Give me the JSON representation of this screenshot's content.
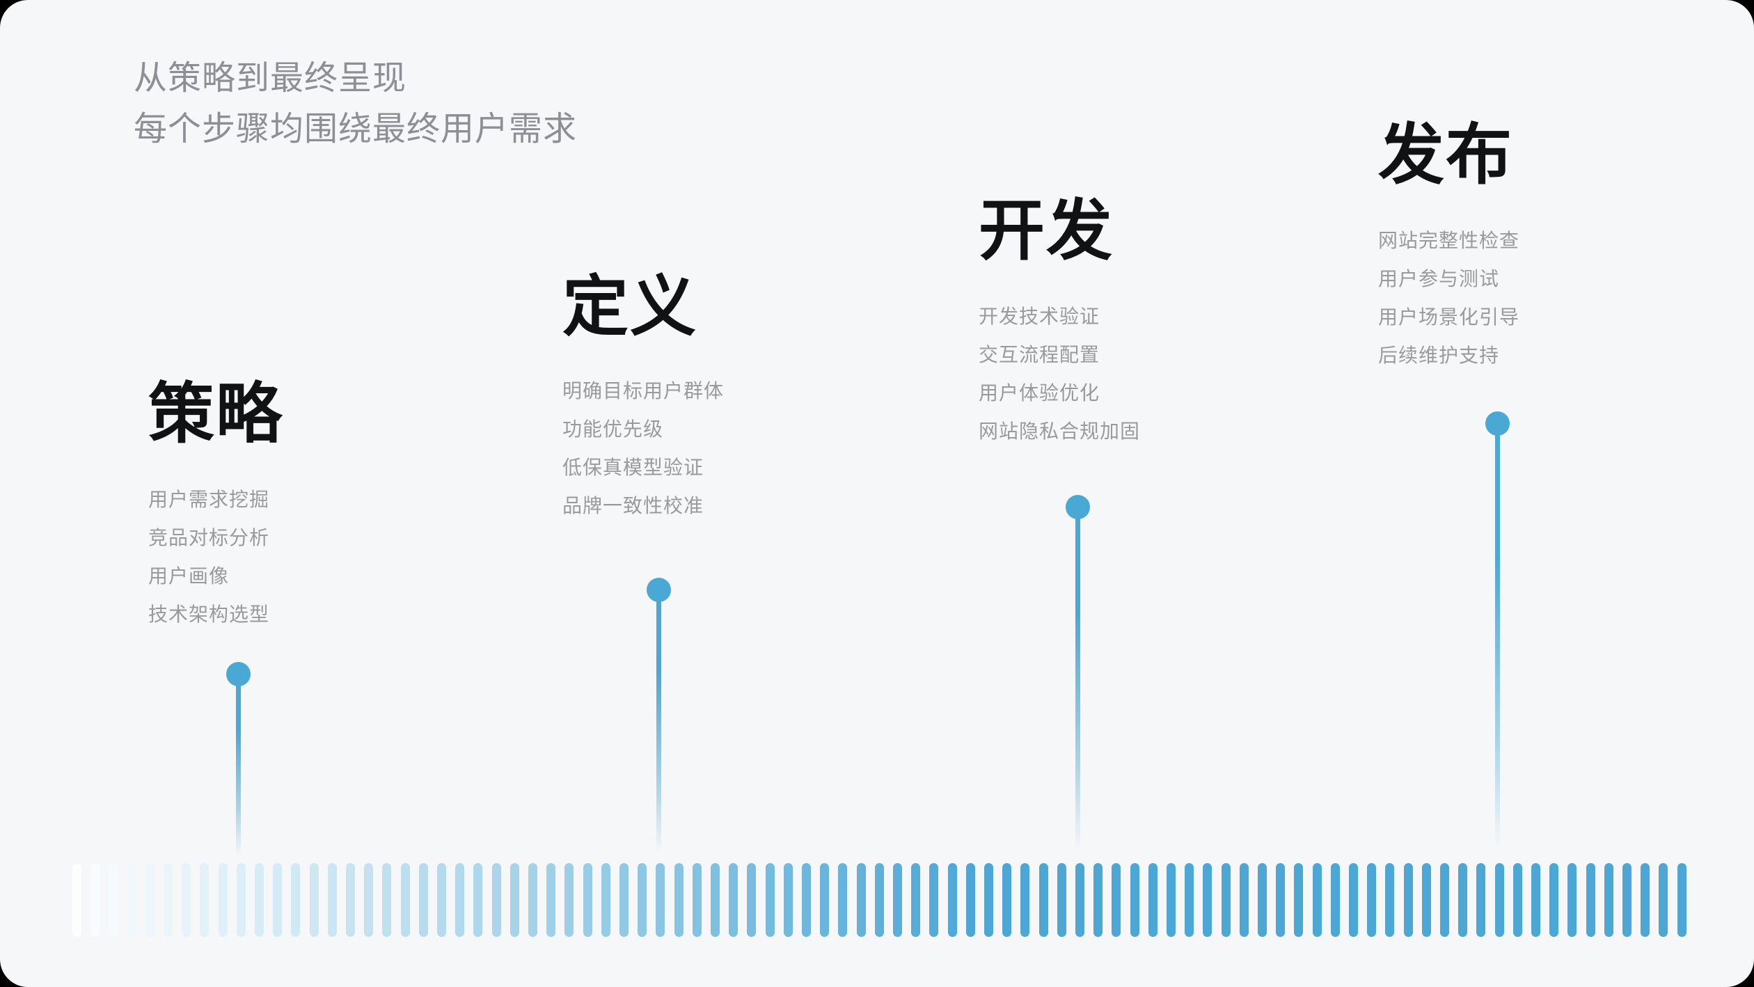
{
  "canvas": {
    "background": "#F6F7F8",
    "corner_backdrop": "#000000"
  },
  "subtitle": {
    "line1": "从策略到最终呈现",
    "line2": "每个步骤均围绕最终用户需求",
    "color": "#8C9096"
  },
  "accent_color": "#4AA8D5",
  "text_colors": {
    "heading": "#101214",
    "item": "#9A9A9A"
  },
  "stages": [
    {
      "title": "策略",
      "items": [
        "用户需求挖掘",
        "竞品对标分析",
        "用户画像",
        "技术架构选型"
      ]
    },
    {
      "title": "定义",
      "items": [
        "明确目标用户群体",
        "功能优先级",
        "低保真模型验证",
        "品牌一致性校准"
      ]
    },
    {
      "title": "开发",
      "items": [
        "开发技术验证",
        "交互流程配置",
        "用户体验优化",
        "网站隐私合规加固"
      ]
    },
    {
      "title": "发布",
      "items": [
        "网站完整性检查",
        "用户参与测试",
        "用户场景化引导",
        "后续维护支持"
      ]
    }
  ],
  "timeline": {
    "bar_count": 89,
    "bar_color_start": "#FFFFFF",
    "bar_color_end": "#4CA7D5"
  }
}
